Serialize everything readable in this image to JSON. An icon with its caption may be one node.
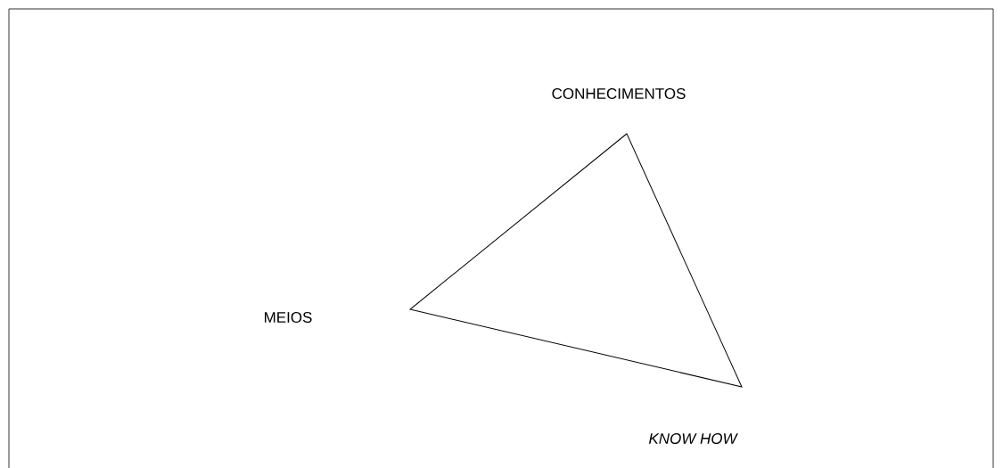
{
  "diagram": {
    "nodes": [
      {
        "text": [],
        "shape": "triangle"
      }
    ],
    "labels": [
      "CONHECIMENTOS",
      "MEIOS",
      "KNOW HOW"
    ]
  }
}
